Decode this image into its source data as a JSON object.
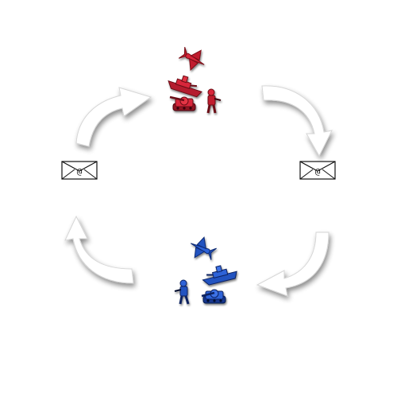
{
  "diagram": {
    "type": "cycle",
    "colors": {
      "red_team": "#d8283a",
      "red_team_dark": "#7a0d17",
      "blue_team": "#2f63d8",
      "blue_team_dark": "#0c2a74",
      "arrow_fill": "#ffffff",
      "arrow_shadow": "#8c8c8c",
      "envelope_stroke": "#111111"
    },
    "red_team": {
      "units": [
        "jet-icon",
        "battleship-icon",
        "tank-icon",
        "soldier-icon"
      ]
    },
    "blue_team": {
      "units": [
        "jet-icon",
        "battleship-icon",
        "tank-icon",
        "soldier-icon"
      ]
    },
    "envelopes": [
      {
        "side": "left",
        "symbol": "@",
        "icon": "envelope-icon"
      },
      {
        "side": "right",
        "symbol": "@",
        "icon": "envelope-icon"
      }
    ],
    "arrows": [
      {
        "from": "red-team",
        "to": "right-envelope",
        "direction": "clockwise"
      },
      {
        "from": "right-envelope",
        "to": "blue-team",
        "direction": "clockwise"
      },
      {
        "from": "blue-team",
        "to": "left-envelope",
        "direction": "clockwise"
      },
      {
        "from": "left-envelope",
        "to": "red-team",
        "direction": "clockwise"
      }
    ]
  }
}
